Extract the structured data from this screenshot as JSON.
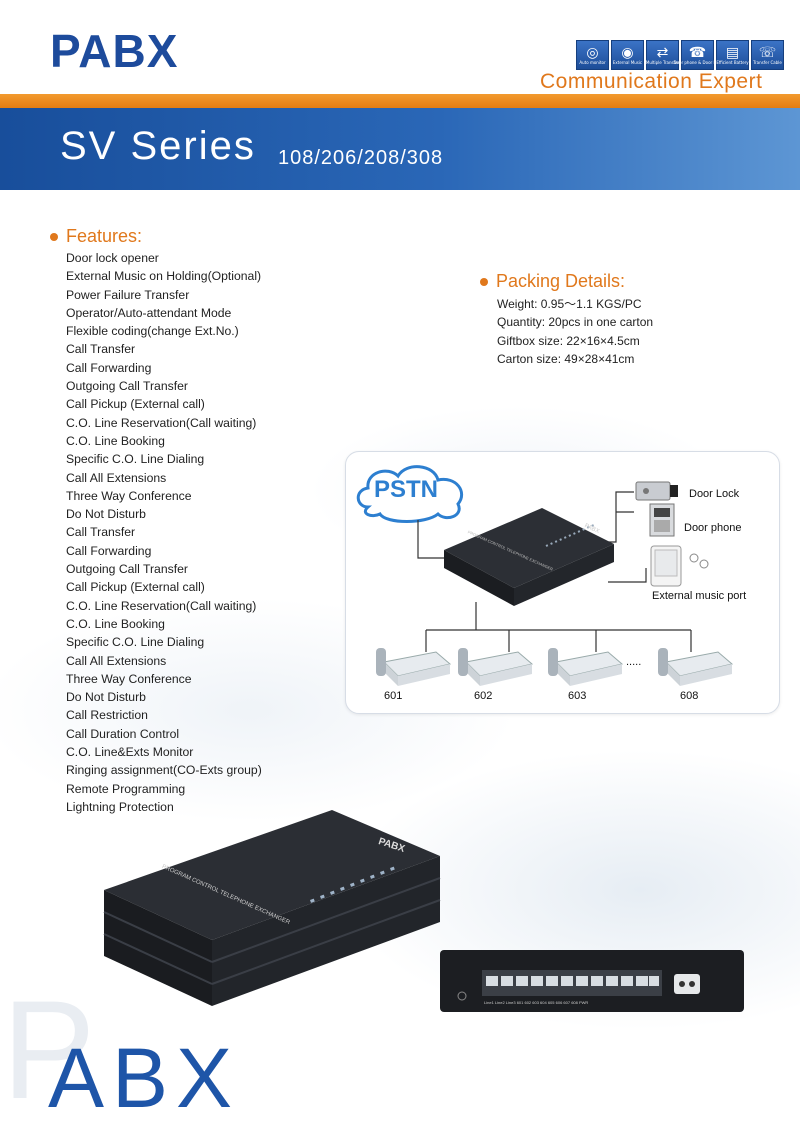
{
  "header": {
    "brand": "PABX",
    "tagline": "Communication  Expert",
    "icons": [
      {
        "name": "auto-monitor-icon",
        "glyph": "◎",
        "caption": "Auto monitor"
      },
      {
        "name": "external-music-icon",
        "glyph": "◉",
        "caption": "External Music"
      },
      {
        "name": "multiple-transfer-icon",
        "glyph": "⇄",
        "caption": "Multiple Transfer"
      },
      {
        "name": "door-phone-icon",
        "glyph": "☎",
        "caption": "Door phone & Door lock"
      },
      {
        "name": "efficient-battery-icon",
        "glyph": "▤",
        "caption": "Efficient Battery"
      },
      {
        "name": "transfer-cable-icon",
        "glyph": "☏",
        "caption": "Transfer Cable"
      }
    ]
  },
  "banner": {
    "title": "SV Series",
    "models": "108/206/208/308"
  },
  "features": {
    "heading": "Features:",
    "items": [
      "Door lock opener",
      "External Music on Holding(Optional)",
      "Power Failure Transfer",
      "Operator/Auto-attendant Mode",
      "Flexible coding(change Ext.No.)",
      "Call Transfer",
      "Call Forwarding",
      "Outgoing Call Transfer",
      "Call Pickup (External call)",
      "C.O. Line Reservation(Call waiting)",
      "C.O. Line Booking",
      "Specific C.O. Line Dialing",
      "Call All Extensions",
      "Three Way Conference",
      "Do Not Disturb",
      "Call Transfer",
      "Call Forwarding",
      "Outgoing Call Transfer",
      "Call Pickup (External call)",
      "C.O. Line Reservation(Call waiting)",
      "C.O. Line Booking",
      "Specific C.O. Line Dialing",
      "Call All Extensions",
      "Three Way Conference",
      "Do Not Disturb",
      "Call Restriction",
      "Call Duration Control",
      "C.O. Line&Exts Monitor",
      "Ringing assignment(CO-Exts group)",
      "Remote Programming",
      "Lightning Protection"
    ]
  },
  "packing": {
    "heading": "Packing  Details:",
    "items": [
      "Weight: 0.95～1.1 KGS/PC",
      "Quantity: 20pcs in one carton",
      "Giftbox size: 22×16×4.5cm",
      "Carton size: 49×28×41cm"
    ]
  },
  "diagram": {
    "cloud_label": "PSTN",
    "door_lock": "Door Lock",
    "door_phone": "Door phone",
    "music_port": "External music port",
    "ellipsis": ".....",
    "extensions": [
      "601",
      "602",
      "603",
      "608"
    ],
    "device_brand": "PABX",
    "device_label": "PROGRAM CONTROL TELEPHONE EXCHANGER"
  },
  "product": {
    "top_brand": "PABX",
    "top_label": "PROGRAM CONTROL TELEPHONE EXCHANGER",
    "port_labels": "Line1 Line2 Line3  601    602    603    604    605    606    607    608          PWR"
  },
  "footer": {
    "letter_p": "P",
    "letters_abx": "ABX"
  },
  "colors": {
    "brand_blue": "#1d4b9c",
    "accent_orange": "#e0781c",
    "band_blue": "#2a67b7"
  }
}
